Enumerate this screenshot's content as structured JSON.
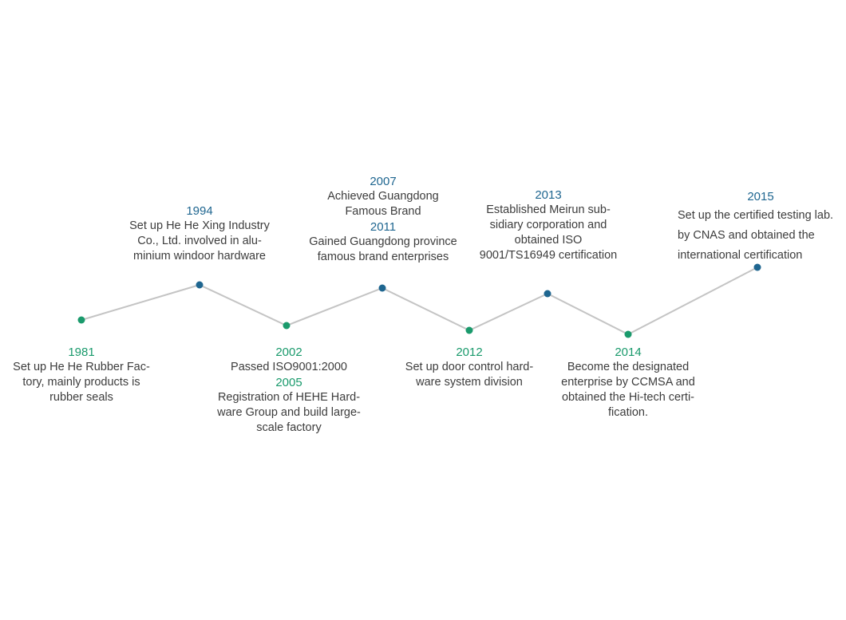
{
  "colors": {
    "line": "#c4c4c4",
    "green": "#1a9a6c",
    "blue": "#1f6690",
    "text": "#3c3c3c"
  },
  "milestones": [
    {
      "year": "1981",
      "text": "Set up He He Rubber Fac-tory, mainly products is rubber seals"
    },
    {
      "year": "1994",
      "text": "Set up He He Xing Industry Co., Ltd. involved in alu-minium windoor hardware"
    },
    {
      "year": "2002",
      "text": "Passed ISO9001:2000",
      "year2": "2005",
      "text2": "Registration of HEHE Hard-ware Group and build large-scale factory"
    },
    {
      "year": "2007",
      "text": "Achieved Guangdong Famous Brand",
      "year2": "2011",
      "text2": "Gained Guangdong province famous brand enterprises"
    },
    {
      "year": "2012",
      "text": "Set up door control hard-ware system division"
    },
    {
      "year": "2013",
      "text": "Established Meirun sub-sidiary corporation and obtained ISO 9001/TS16949 certification"
    },
    {
      "year": "2014",
      "text": "Become the designated enterprise by CCMSA and obtained the Hi-tech certi-fication."
    },
    {
      "year": "2015",
      "text": "Set up the certified testing lab. by CNAS and obtained the international certification"
    }
  ]
}
